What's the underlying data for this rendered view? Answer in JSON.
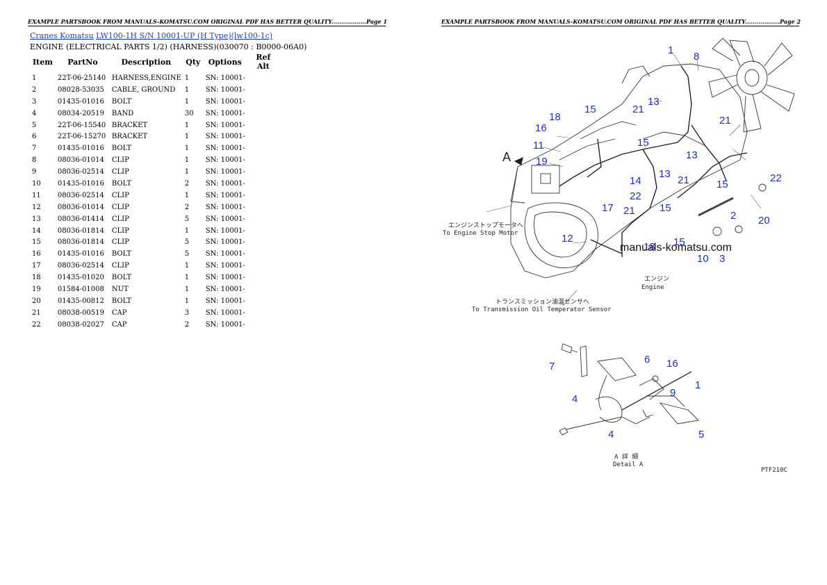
{
  "page1": {
    "header": "EXAMPLE PARTSBOOK FROM MANUALS-KOMATSU.COM ORIGINAL PDF HAS BETTER QUALITY..................Page 1",
    "breadcrumb": {
      "link1": "Cranes Komatsu",
      "link2": "LW100-1H S/N 10001-UP (H Type)(lw100-1c)"
    },
    "subtitle": "ENGINE (ELECTRICAL PARTS 1/2) (HARNESS)(030070 : B0000-06A0)",
    "columns": [
      "Item",
      "PartNo",
      "Description",
      "Qty",
      "Options",
      "Ref Alt"
    ],
    "rows": [
      {
        "item": "1",
        "part": "22T-06-25140",
        "desc": "HARNESS,ENGINE",
        "qty": "1",
        "opt": "SN: 10001-"
      },
      {
        "item": "2",
        "part": "08028-53035",
        "desc": "CABLE, GROUND",
        "qty": "1",
        "opt": "SN: 10001-"
      },
      {
        "item": "3",
        "part": "01435-01016",
        "desc": "BOLT",
        "qty": "1",
        "opt": "SN: 10001-"
      },
      {
        "item": "4",
        "part": "08034-20519",
        "desc": "BAND",
        "qty": "30",
        "opt": "SN: 10001-"
      },
      {
        "item": "5",
        "part": "22T-06-15540",
        "desc": "BRACKET",
        "qty": "1",
        "opt": "SN: 10001-"
      },
      {
        "item": "6",
        "part": "22T-06-15270",
        "desc": "BRACKET",
        "qty": "1",
        "opt": "SN: 10001-"
      },
      {
        "item": "7",
        "part": "01435-01016",
        "desc": "BOLT",
        "qty": "1",
        "opt": "SN: 10001-"
      },
      {
        "item": "8",
        "part": "08036-01014",
        "desc": "CLIP",
        "qty": "1",
        "opt": "SN: 10001-"
      },
      {
        "item": "9",
        "part": "08036-02514",
        "desc": "CLIP",
        "qty": "1",
        "opt": "SN: 10001-"
      },
      {
        "item": "10",
        "part": "01435-01016",
        "desc": "BOLT",
        "qty": "2",
        "opt": "SN: 10001-"
      },
      {
        "item": "11",
        "part": "08036-02514",
        "desc": "CLIP",
        "qty": "1",
        "opt": "SN: 10001-"
      },
      {
        "item": "12",
        "part": "08036-01014",
        "desc": "CLIP",
        "qty": "2",
        "opt": "SN: 10001-"
      },
      {
        "item": "13",
        "part": "08036-01414",
        "desc": "CLIP",
        "qty": "5",
        "opt": "SN: 10001-"
      },
      {
        "item": "14",
        "part": "08036-01814",
        "desc": "CLIP",
        "qty": "1",
        "opt": "SN: 10001-"
      },
      {
        "item": "15",
        "part": "08036-01814",
        "desc": "CLIP",
        "qty": "5",
        "opt": "SN: 10001-"
      },
      {
        "item": "16",
        "part": "01435-01016",
        "desc": "BOLT",
        "qty": "5",
        "opt": "SN: 10001-"
      },
      {
        "item": "17",
        "part": "08036-02514",
        "desc": "CLIP",
        "qty": "1",
        "opt": "SN: 10001-"
      },
      {
        "item": "18",
        "part": "01435-01020",
        "desc": "BOLT",
        "qty": "1",
        "opt": "SN: 10001-"
      },
      {
        "item": "19",
        "part": "01584-01008",
        "desc": "NUT",
        "qty": "1",
        "opt": "SN: 10001-"
      },
      {
        "item": "20",
        "part": "01435-00812",
        "desc": "BOLT",
        "qty": "1",
        "opt": "SN: 10001-"
      },
      {
        "item": "21",
        "part": "08038-00519",
        "desc": "CAP",
        "qty": "3",
        "opt": "SN: 10001-"
      },
      {
        "item": "22",
        "part": "08038-02027",
        "desc": "CAP",
        "qty": "2",
        "opt": "SN: 10001-"
      }
    ]
  },
  "page2": {
    "header": "EXAMPLE PARTSBOOK FROM MANUALS-KOMATSU.COM ORIGINAL PDF HAS BETTER QUALITY..................Page 2",
    "watermark": "manuals-komatsu.com",
    "view_marker": "A",
    "note_stop_jp": "エンジンストップモータへ",
    "note_stop_en": "To Engine Stop Motor",
    "note_engine_jp": "エンジン",
    "note_engine_en": "Engine",
    "note_trans_jp": "トランスミッション油温センサへ",
    "note_trans_en": "To Transmission Oil Temperator Sensor",
    "detail_jp": "A 詳 細",
    "detail_en": "Detail A",
    "figure_code": "PTF210C",
    "callouts_main": [
      "1",
      "8",
      "13",
      "21",
      "15",
      "18",
      "16",
      "11",
      "19",
      "15",
      "21",
      "13",
      "14",
      "22",
      "17",
      "21",
      "13",
      "21",
      "15",
      "15",
      "2",
      "22",
      "20",
      "12",
      "18",
      "15",
      "10",
      "3"
    ],
    "callouts_detail": [
      "7",
      "6",
      "16",
      "1",
      "9",
      "4",
      "4",
      "5"
    ]
  }
}
